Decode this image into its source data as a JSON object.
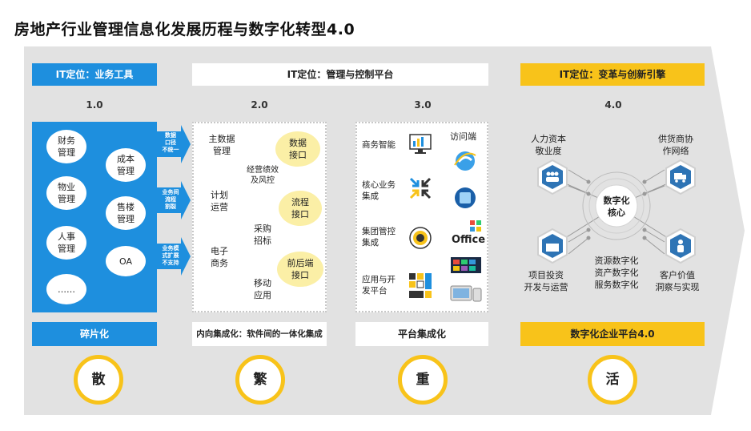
{
  "title": "房地产行业管理信息化发展历程与数字化转型4.0",
  "stages": [
    {
      "header": "IT定位：业务工具",
      "version": "1.0",
      "modules": [
        "财务\n管理",
        "成本\n管理",
        "物业\n管理",
        "售楼\n管理",
        "人事\n管理",
        "OA",
        "……"
      ],
      "notes": [
        "数据\n口径\n不统一",
        "业务间\n流程\n割裂",
        "业务模\n式扩展\n不支持"
      ],
      "footer": "碎片化",
      "keyword": "散"
    },
    {
      "header": "IT定位：管理与控制平台",
      "version": "2.0",
      "items": [
        "主数据\n管理",
        "经营绩效\n及风控",
        "计划\n运营",
        "采购\n招标",
        "电子\n商务",
        "移动\n应用"
      ],
      "bubbles": [
        "数据\n接口",
        "流程\n接口",
        "前后端\n接口"
      ],
      "footer": "内向集成化：软件间的一体化集成",
      "keyword": "繁"
    },
    {
      "header": "",
      "version": "3.0",
      "items": [
        "商务智能",
        "核心业务\n集成",
        "集团管控\n集成",
        "应用与开\n发平台"
      ],
      "access_label": "访问端",
      "office_label": "Office",
      "footer": "平台集成化",
      "keyword": "重"
    },
    {
      "header": "IT定位：变革与创新引擎",
      "version": "4.0",
      "core": "数字化\n核心",
      "nodes": [
        "人力资本\n敬业度",
        "供货商协\n作网络",
        "项目投资\n开发与运营",
        "客户价值\n洞察与实现"
      ],
      "center_text": "资源数字化\n资产数字化\n服务数字化",
      "footer": "数字化企业平台4.0",
      "keyword": "活"
    }
  ],
  "colors": {
    "blue": "#1e8fde",
    "yellow": "#f8c31a",
    "bubble": "#fbefa6",
    "gray_bg": "#e2e2e2",
    "hex_icon": "#2e74b5"
  }
}
